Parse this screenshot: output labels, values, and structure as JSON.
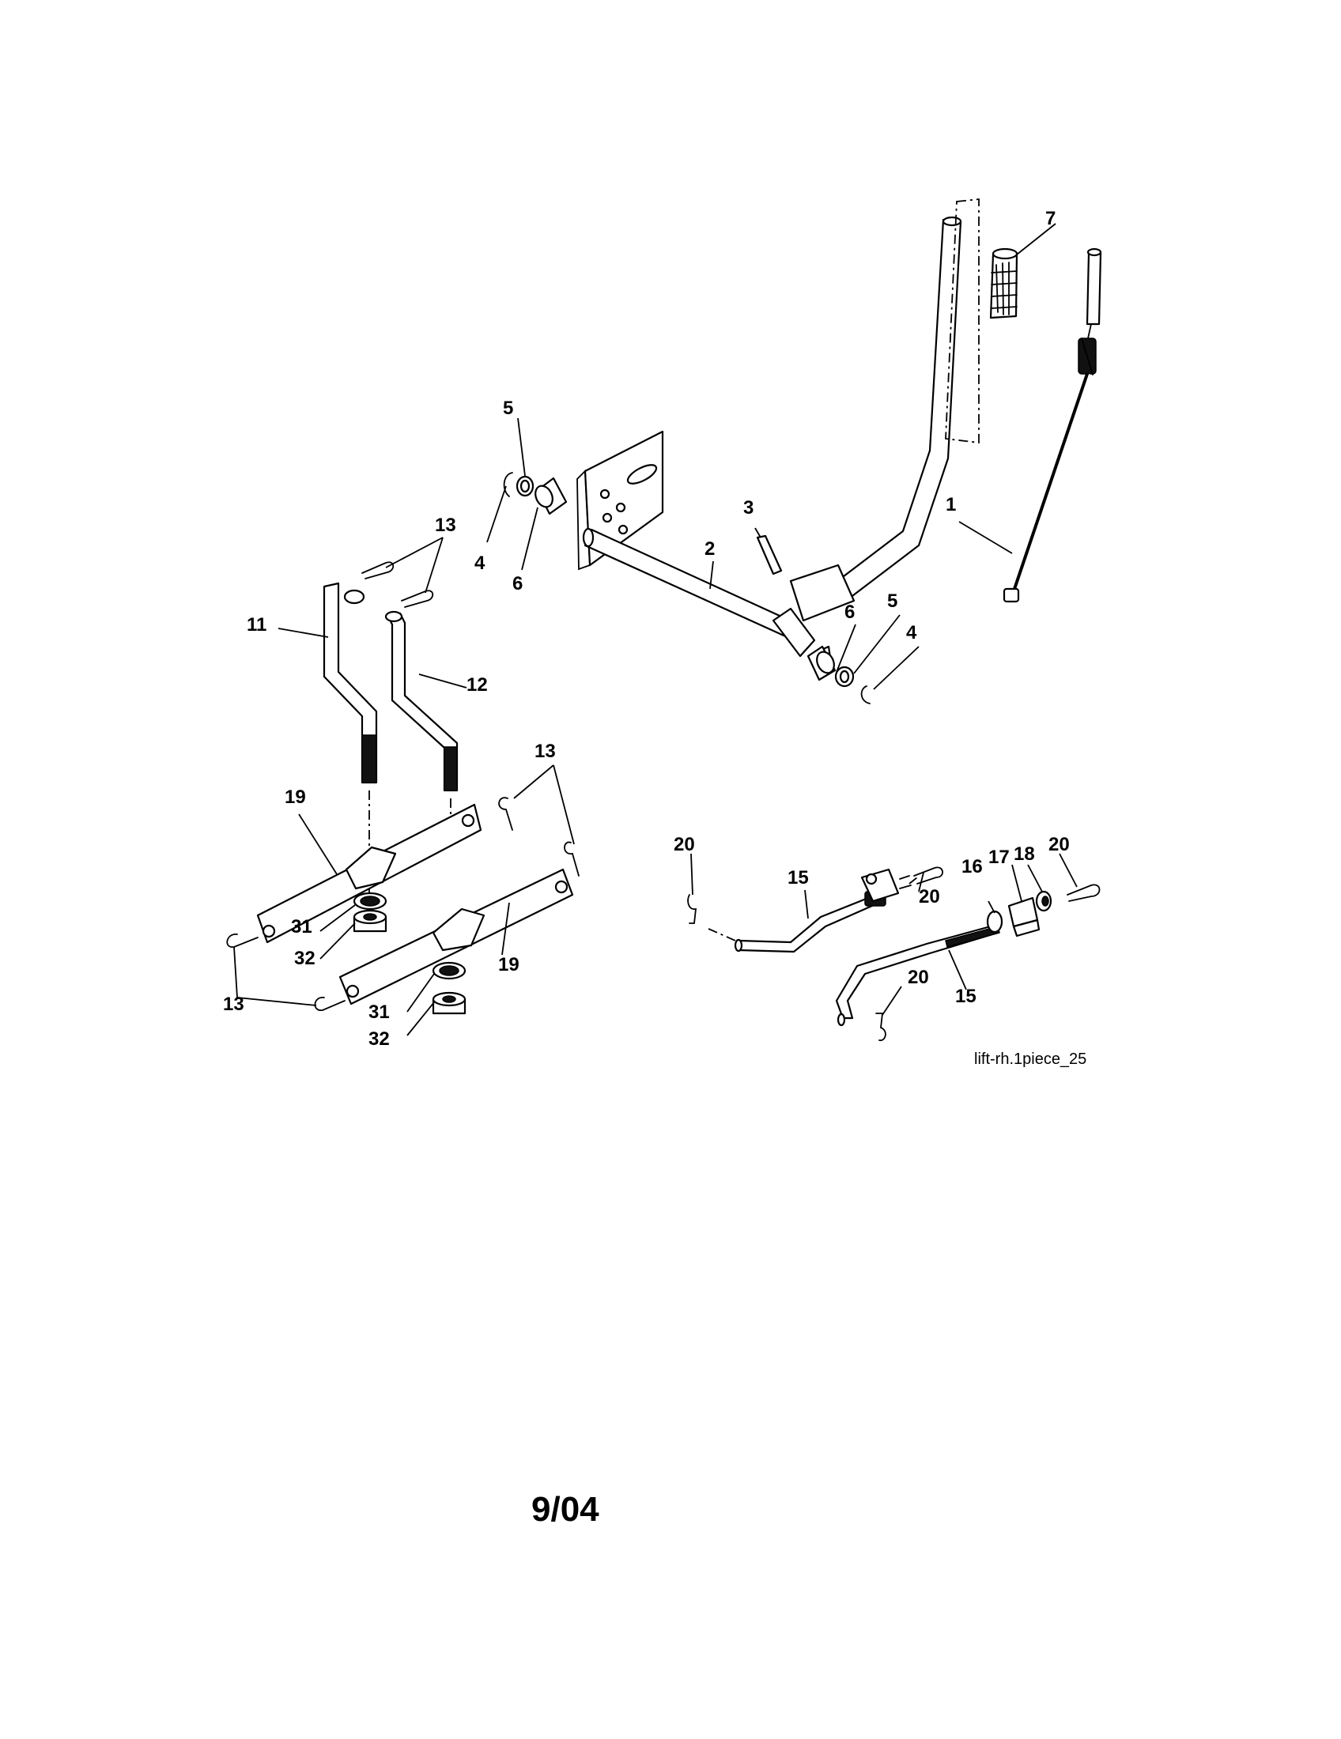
{
  "callouts": {
    "c1": "1",
    "c2": "2",
    "c3": "3",
    "c4a": "4",
    "c4b": "4",
    "c5a": "5",
    "c5b": "5",
    "c6a": "6",
    "c6b": "6",
    "c7": "7",
    "c11": "11",
    "c12": "12",
    "c13a": "13",
    "c13b": "13",
    "c13c": "13",
    "c15a": "15",
    "c15b": "15",
    "c16": "16",
    "c17": "17",
    "c18": "18",
    "c19a": "19",
    "c19b": "19",
    "c20a": "20",
    "c20b": "20",
    "c20c": "20",
    "c20d": "20",
    "c31a": "31",
    "c31b": "31",
    "c32a": "32",
    "c32b": "32"
  },
  "reference_code": "lift-rh.1piece_25",
  "date_code": "9/04"
}
